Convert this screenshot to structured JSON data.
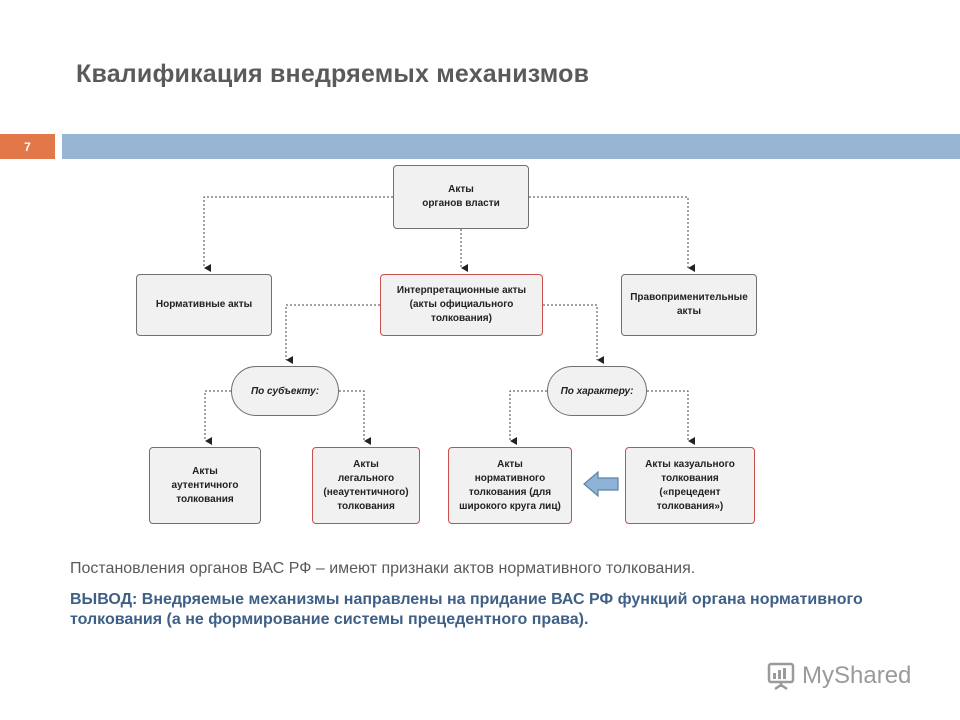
{
  "title": "Квалификация внедряемых механизмов",
  "slide_number": "7",
  "diagram": {
    "root": "Акты\nорганов власти",
    "level1": {
      "normative": "Нормативные акты",
      "interpretive": "Интерпретационные акты\n(акты официального\nтолкования)",
      "enforcement": "Правоприменительные\nакты"
    },
    "criteria": {
      "by_subject": "По субъекту:",
      "by_character": "По характеру:"
    },
    "leaves": {
      "authentic": "Акты\nаутентичного\nтолкования",
      "legal": "Акты\nлегального\n(неаутентичного)\nтолкования",
      "normative_interp": "Акты\nнормативного\nтолкования (для\nширокого круга лиц)",
      "casual": "Акты казуального\nтолкования\n(«прецедент\nтолкования»)"
    }
  },
  "note": "Постановления органов ВАС РФ – имеют признаки актов нормативного толкования.",
  "conclusion": "ВЫВОД: Внедряемые механизмы направлены на придание ВАС РФ функций органа нормативного толкования (а не формирование системы прецедентного права).",
  "watermark": "MyShared",
  "colors": {
    "title_text": "#5a5a5a",
    "slide_number_bg": "#e2774a",
    "header_bar": "#98b6d3",
    "conclusion_text": "#3e5f86",
    "red_border": "#c7504a",
    "arrow_fill": "#8fb3d6"
  }
}
